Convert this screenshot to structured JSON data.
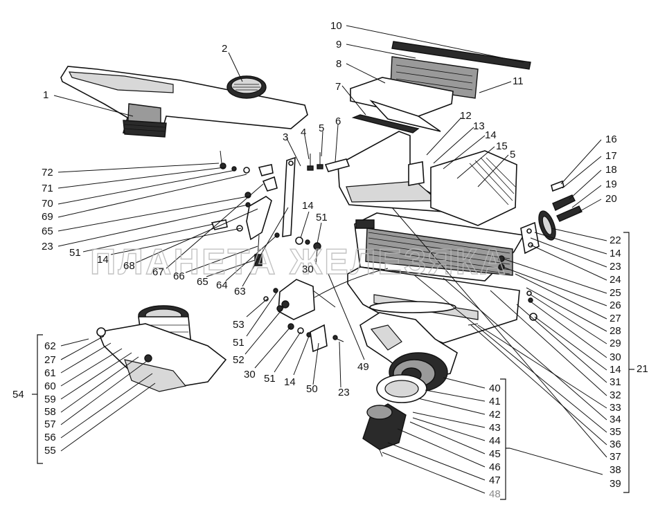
{
  "watermark": "ПЛАНЕТА ЖЕЛЕЗЯКА",
  "callouts": {
    "n1": "1",
    "n2": "2",
    "n3": "3",
    "n4": "4",
    "n5": "5",
    "n5b": "5",
    "n6": "6",
    "n7": "7",
    "n8": "8",
    "n9": "9",
    "n10": "10",
    "n11": "11",
    "n12": "12",
    "n13": "13",
    "n14a": "14",
    "n15": "15",
    "n16": "16",
    "n17": "17",
    "n18": "18",
    "n19": "19",
    "n20": "20",
    "n21": "21",
    "n22": "22",
    "n14b": "14",
    "n23a": "23",
    "n24": "24",
    "n25": "25",
    "n26": "26",
    "n27a": "27",
    "n28": "28",
    "n29": "29",
    "n30a": "30",
    "n14c": "14",
    "n31": "31",
    "n32": "32",
    "n33": "33",
    "n34": "34",
    "n35": "35",
    "n36": "36",
    "n37": "37",
    "n38": "38",
    "n39": "39",
    "n40": "40",
    "n41": "41",
    "n42": "42",
    "n43": "43",
    "n44": "44",
    "n45": "45",
    "n46": "46",
    "n47": "47",
    "n48": "48",
    "n72": "72",
    "n71": "71",
    "n70": "70",
    "n69": "69",
    "n65a": "65",
    "n23b": "23",
    "n51a": "51",
    "n14d": "14",
    "n68": "68",
    "n67": "67",
    "n66": "66",
    "n65b": "65",
    "n64": "64",
    "n63": "63",
    "n14e": "14",
    "n51b": "51",
    "n30b": "30",
    "n53": "53",
    "n51c": "51",
    "n52": "52",
    "n30c": "30",
    "n51d": "51",
    "n14f": "14",
    "n50": "50",
    "n23c": "23",
    "n49": "49",
    "n54": "54",
    "n62": "62",
    "n27b": "27",
    "n61": "61",
    "n60": "60",
    "n59": "59",
    "n58": "58",
    "n57": "57",
    "n56": "56",
    "n55": "55"
  }
}
